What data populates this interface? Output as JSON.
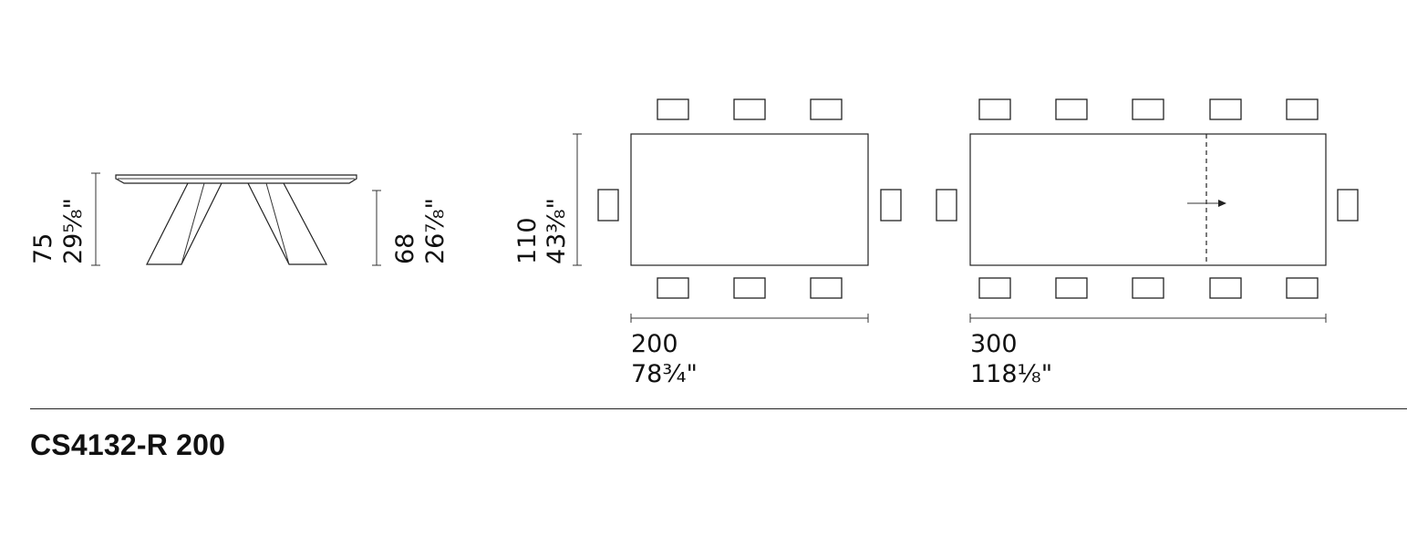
{
  "product": {
    "model_code": "CS4132-R 200"
  },
  "side_view": {
    "total_height_cm": "75",
    "total_height_in": "29⅝\"",
    "leg_clearance_cm": "68",
    "leg_clearance_in": "26⅞\""
  },
  "plan_closed": {
    "depth_cm": "110",
    "depth_in": "43⅜\"",
    "length_cm": "200",
    "length_in": "78¾\"",
    "seats_long_side": 3,
    "seats_short_side": 1
  },
  "plan_extended": {
    "length_cm": "300",
    "length_in": "118⅛\"",
    "seats_long_side": 5,
    "seats_short_side": 1,
    "extension_indicator": "arrow-right-icon"
  },
  "colors": {
    "line": "#222222",
    "text": "#111111",
    "background": "#ffffff"
  }
}
